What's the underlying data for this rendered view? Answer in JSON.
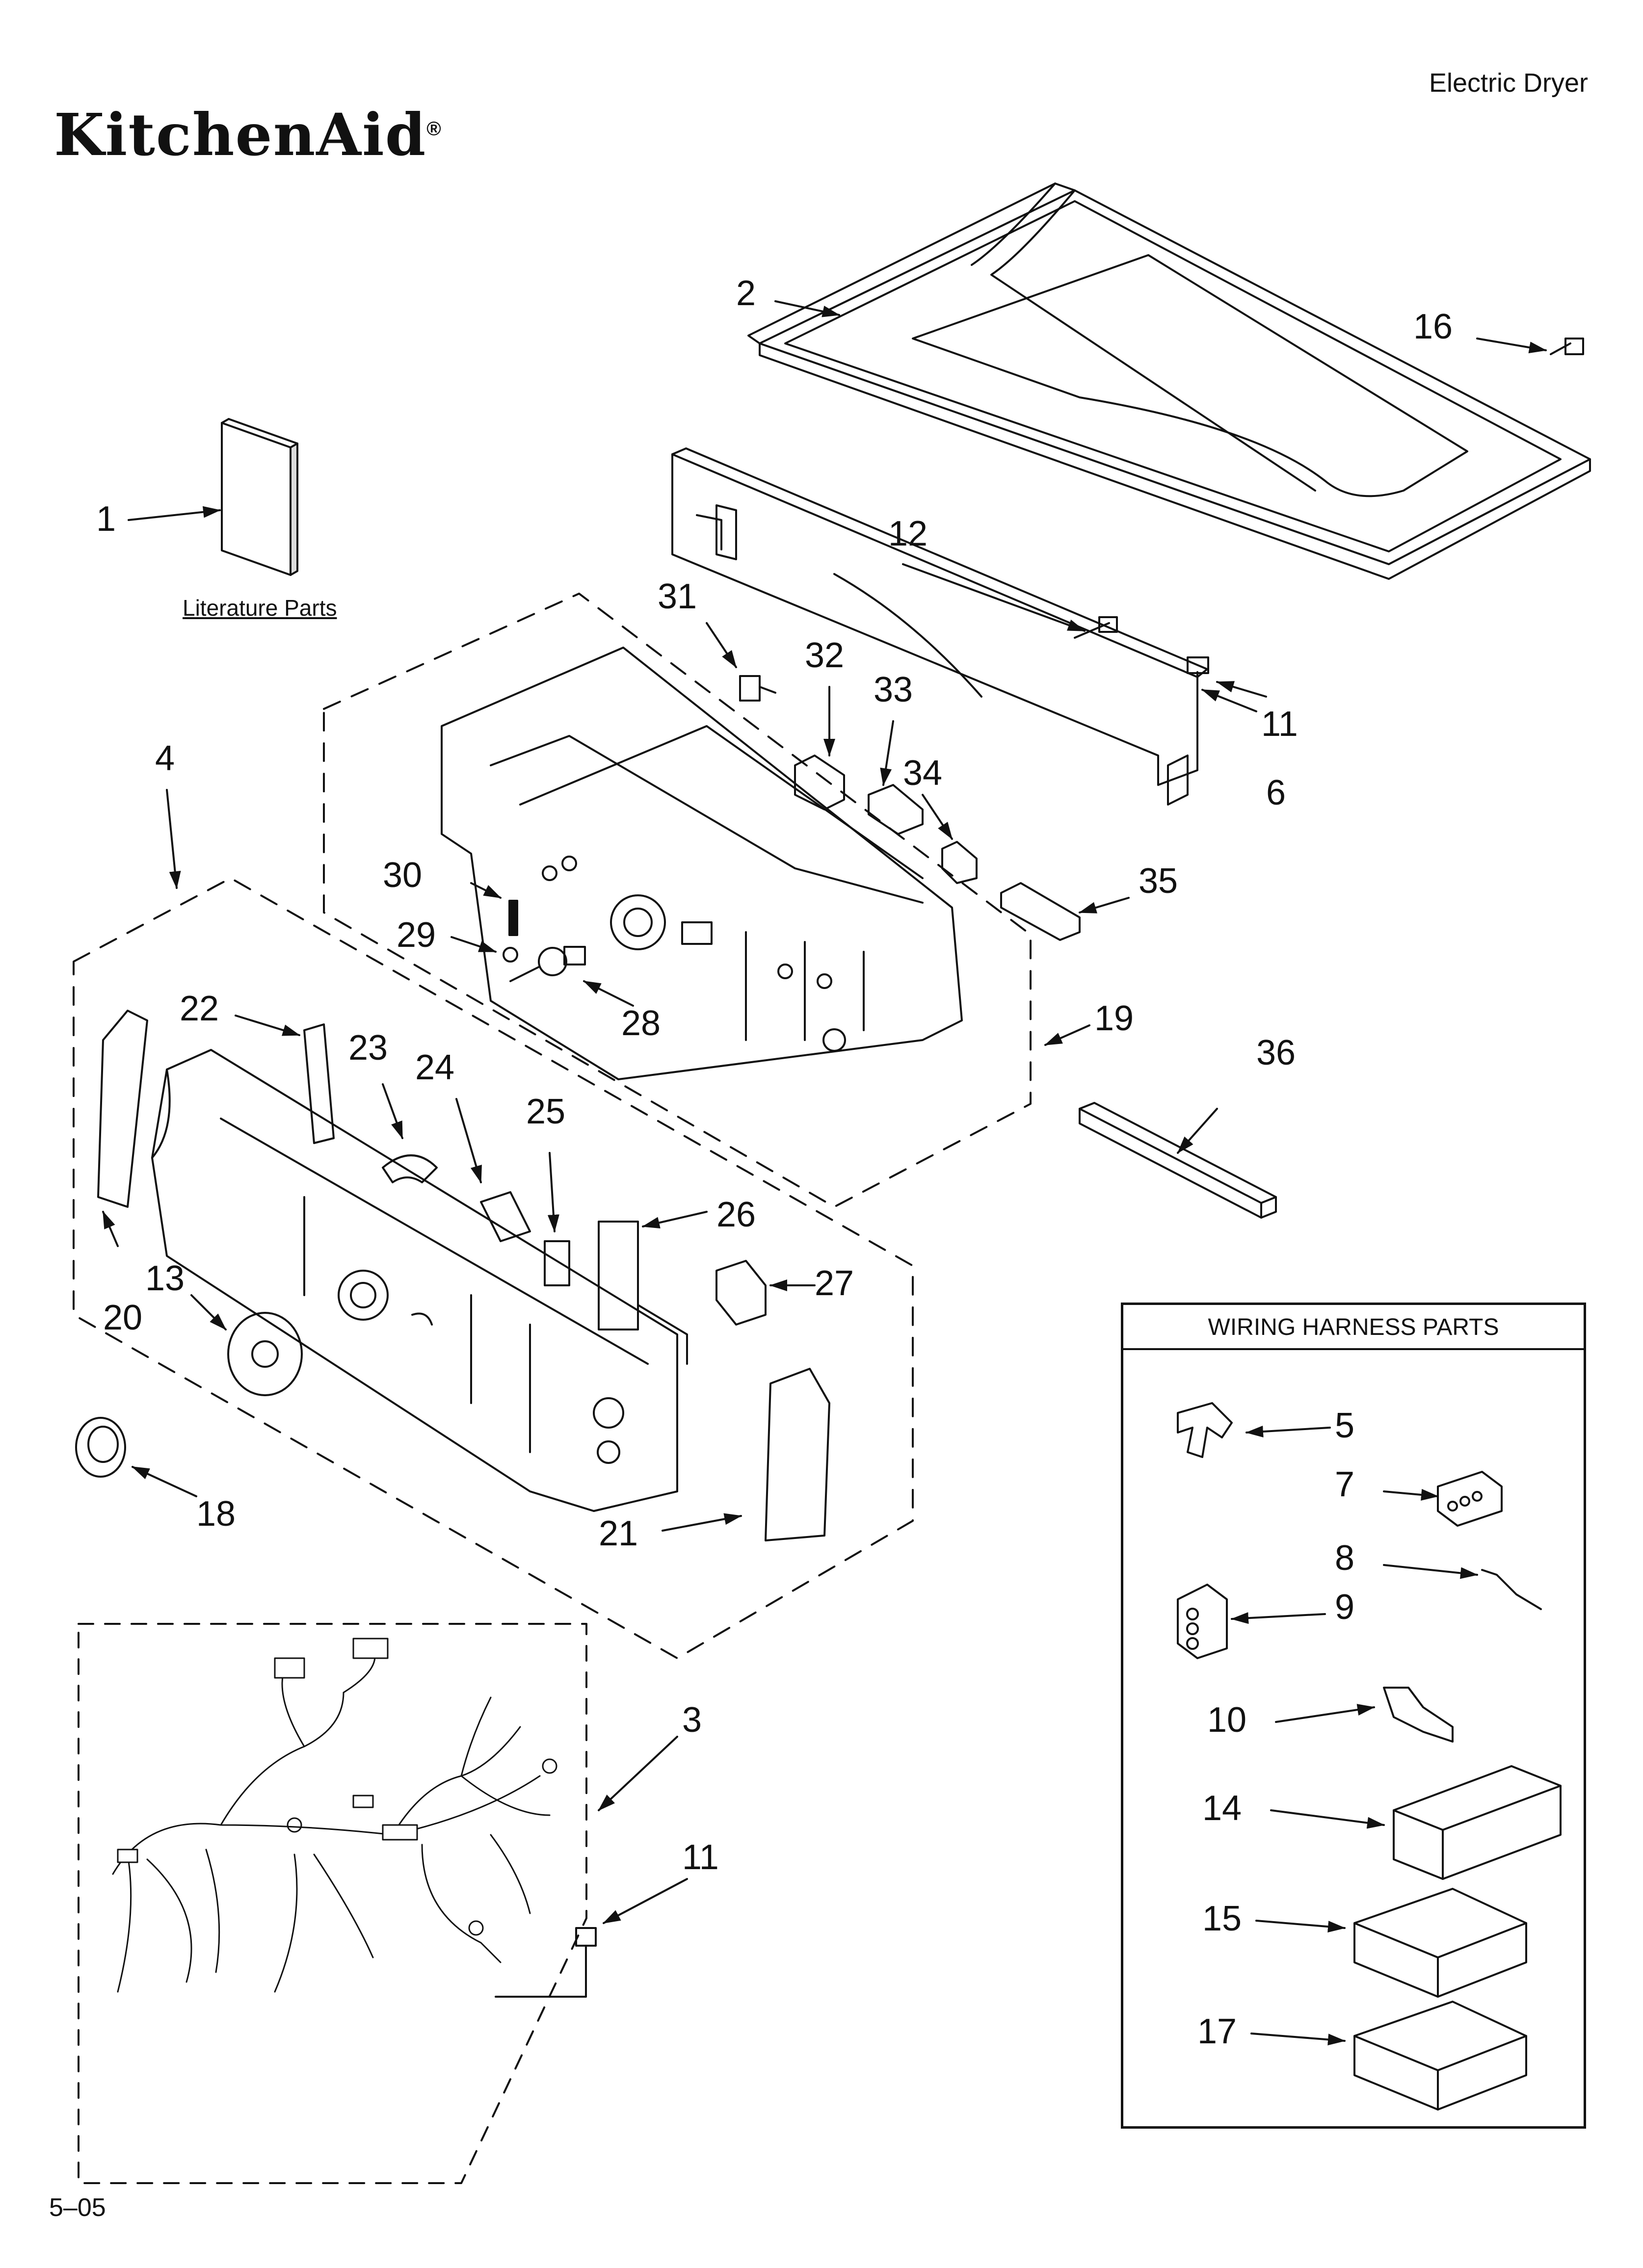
{
  "brand": "KitchenAid",
  "brand_mark": "®",
  "doc_type": "Electric Dryer",
  "revision": "5–05",
  "literature_label": "Literature Parts",
  "harness_title": "WIRING HARNESS PARTS",
  "callouts": [
    {
      "id": "c1",
      "label": "1"
    },
    {
      "id": "c2",
      "label": "2"
    },
    {
      "id": "c3",
      "label": "3"
    },
    {
      "id": "c4",
      "label": "4"
    },
    {
      "id": "c5",
      "label": "5"
    },
    {
      "id": "c6",
      "label": "6"
    },
    {
      "id": "c7",
      "label": "7"
    },
    {
      "id": "c8",
      "label": "8"
    },
    {
      "id": "c9",
      "label": "9"
    },
    {
      "id": "c10",
      "label": "10"
    },
    {
      "id": "c11a",
      "label": "11"
    },
    {
      "id": "c11b",
      "label": "11"
    },
    {
      "id": "c12",
      "label": "12"
    },
    {
      "id": "c13",
      "label": "13"
    },
    {
      "id": "c14",
      "label": "14"
    },
    {
      "id": "c15",
      "label": "15"
    },
    {
      "id": "c16",
      "label": "16"
    },
    {
      "id": "c17",
      "label": "17"
    },
    {
      "id": "c18",
      "label": "18"
    },
    {
      "id": "c19",
      "label": "19"
    },
    {
      "id": "c20",
      "label": "20"
    },
    {
      "id": "c21",
      "label": "21"
    },
    {
      "id": "c22",
      "label": "22"
    },
    {
      "id": "c23",
      "label": "23"
    },
    {
      "id": "c24",
      "label": "24"
    },
    {
      "id": "c25",
      "label": "25"
    },
    {
      "id": "c26",
      "label": "26"
    },
    {
      "id": "c27",
      "label": "27"
    },
    {
      "id": "c28",
      "label": "28"
    },
    {
      "id": "c29",
      "label": "29"
    },
    {
      "id": "c30",
      "label": "30"
    },
    {
      "id": "c31",
      "label": "31"
    },
    {
      "id": "c32",
      "label": "32"
    },
    {
      "id": "c33",
      "label": "33"
    },
    {
      "id": "c34",
      "label": "34"
    },
    {
      "id": "c35",
      "label": "35"
    },
    {
      "id": "c36",
      "label": "36"
    }
  ]
}
